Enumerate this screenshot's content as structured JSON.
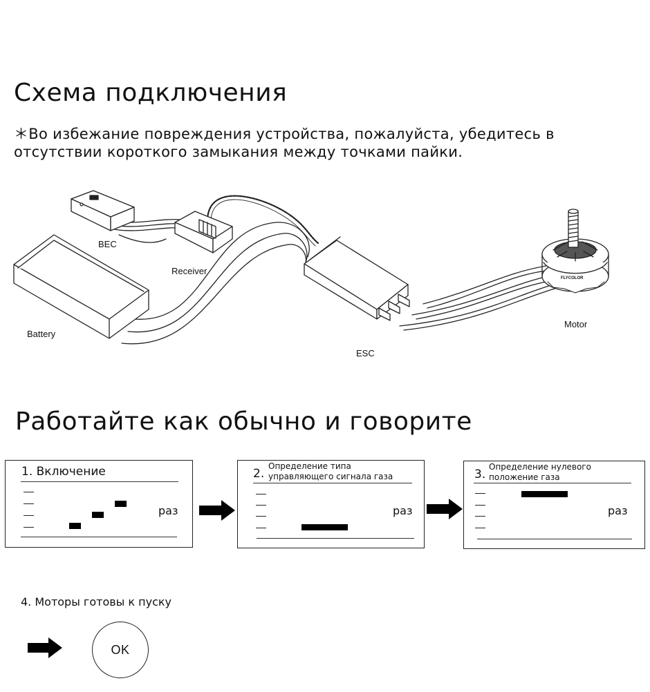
{
  "header": {
    "title": "Схема подключения",
    "note_line1": "＊Во избежание повреждения устройства, пожалуйста, убедитесь в",
    "note_line2": "отсутствии короткого замыкания между точками пайки."
  },
  "wiring": {
    "labels": {
      "bec": "BEC",
      "receiver": "Receiver",
      "battery": "Battery",
      "esc": "ESC",
      "motor": "Motor",
      "motor_brand": "FLYCOLOR"
    }
  },
  "operation": {
    "title": "Работайте как обычно и говорите",
    "steps": [
      {
        "number": "1.",
        "label": "Включение",
        "times_label": "раз"
      },
      {
        "number": "2.",
        "label_line1": "Определение типа",
        "label_line2": "управляющего сигнала газа",
        "times_label": "раз"
      },
      {
        "number": "3.",
        "label_line1": "Определение нулевого",
        "label_line2": "положение газа",
        "times_label": "раз"
      }
    ],
    "step4": {
      "label": "4. Моторы готовы к пуску",
      "ok_label": "OK"
    }
  }
}
